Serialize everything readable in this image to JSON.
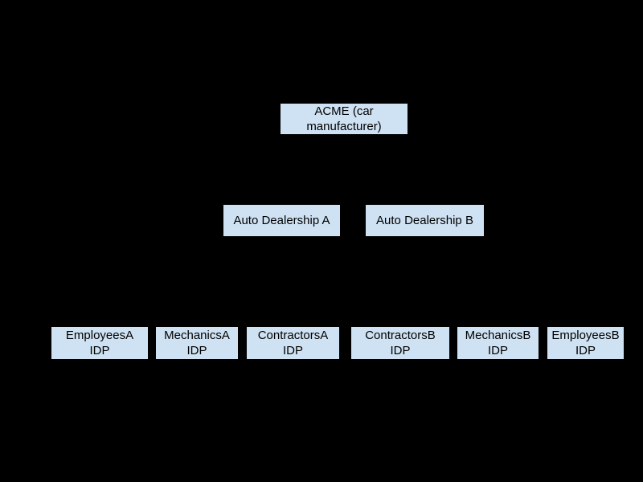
{
  "diagram": {
    "type": "hierarchy",
    "background_color": "#000000",
    "node_fill_color": "#cfe2f3",
    "node_border_color": "#000000",
    "node_text_color": "#000000",
    "levels": [
      {
        "level": 1,
        "nodes": [
          "ACME (car manufacturer)"
        ]
      },
      {
        "level": 2,
        "nodes": [
          "Auto Dealership A",
          "Auto Dealership B"
        ]
      },
      {
        "level": 3,
        "nodes": [
          "EmployeesA IDP",
          "MechanicsA IDP",
          "ContractorsA IDP",
          "ContractorsB IDP",
          "MechanicsB IDP",
          "EmployeesB IDP"
        ]
      }
    ],
    "nodes": {
      "acme": {
        "label": "ACME (car\nmanufacturer)"
      },
      "dealership_a": {
        "label": "Auto Dealership A"
      },
      "dealership_b": {
        "label": "Auto Dealership B"
      },
      "employees_a": {
        "label": "EmployeesA\nIDP"
      },
      "mechanics_a": {
        "label": "MechanicsA\nIDP"
      },
      "contractors_a": {
        "label": "ContractorsA\nIDP"
      },
      "contractors_b": {
        "label": "ContractorsB\nIDP"
      },
      "mechanics_b": {
        "label": "MechanicsB\nIDP"
      },
      "employees_b": {
        "label": "EmployeesB\nIDP"
      }
    }
  }
}
